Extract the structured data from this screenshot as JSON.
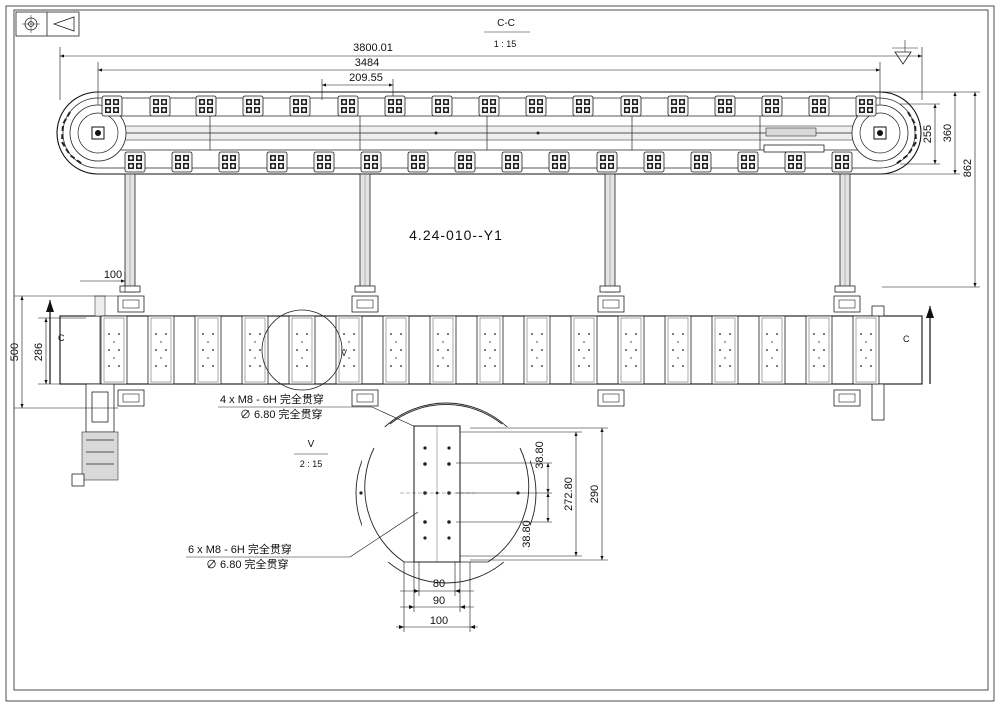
{
  "section_cc": {
    "title": "C-C",
    "scale": "1 : 15"
  },
  "view_v": {
    "title": "V",
    "scale": "2 : 15"
  },
  "drawing_number": "4.24-010--Y1",
  "dimensions": {
    "overall_length": "3800.01",
    "sprocket_centers": "3484",
    "pitch": "209.55",
    "chain_height": "255",
    "frame_height": "360",
    "total_height": "862",
    "leg_offset": "100",
    "plan_width": "500",
    "plan_inner": "286",
    "hole_spacing_a": "38.80",
    "hole_spacing_b": "38.80",
    "plate_inner": "272.80",
    "plate_height": "290",
    "width_a": "80",
    "width_b": "90",
    "width_c": "100"
  },
  "section_marks": {
    "left": "C",
    "right": "C",
    "view": "V"
  },
  "notes": {
    "holes_4_line1": "4 x  M8 - 6H 完全贯穿",
    "holes_4_line2": "∅ 6.80 完全贯穿",
    "holes_6_line1": "6 x  M8 - 6H 完全贯穿",
    "holes_6_line2": "∅ 6.80 完全贯穿"
  }
}
